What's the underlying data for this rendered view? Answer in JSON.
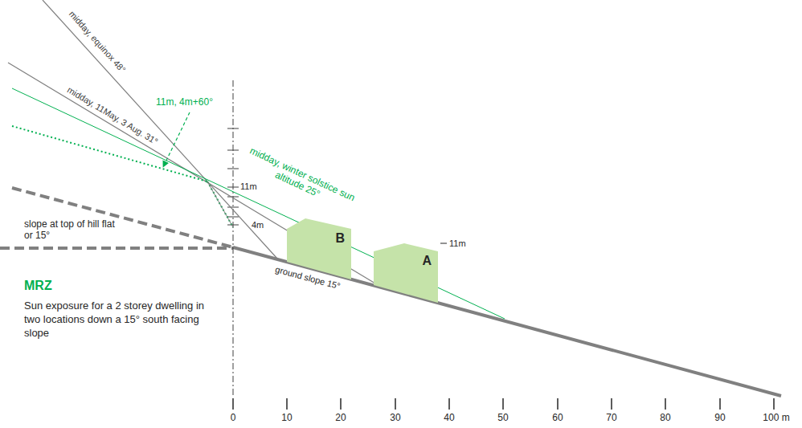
{
  "diagram": {
    "nodes": [
      {
        "text": [
          "B"
        ]
      },
      {
        "text": [
          "A"
        ]
      }
    ],
    "labels": [
      "midday, equinox 48°",
      "midday, 11May, 3 Aug. 31°",
      "11m, 4m+60°",
      "midday, winter solstice sun altitude 25°",
      "11m",
      "4m",
      "11m",
      "slope at top of hill flat or 15°",
      "ground slope 15°",
      "MRZ",
      "Sun exposure for a 2 storey dwelling in two locations down a 15° south facing slope",
      "0",
      "10",
      "20",
      "30",
      "40",
      "50",
      "60",
      "70",
      "80",
      "90",
      "100 m"
    ]
  }
}
